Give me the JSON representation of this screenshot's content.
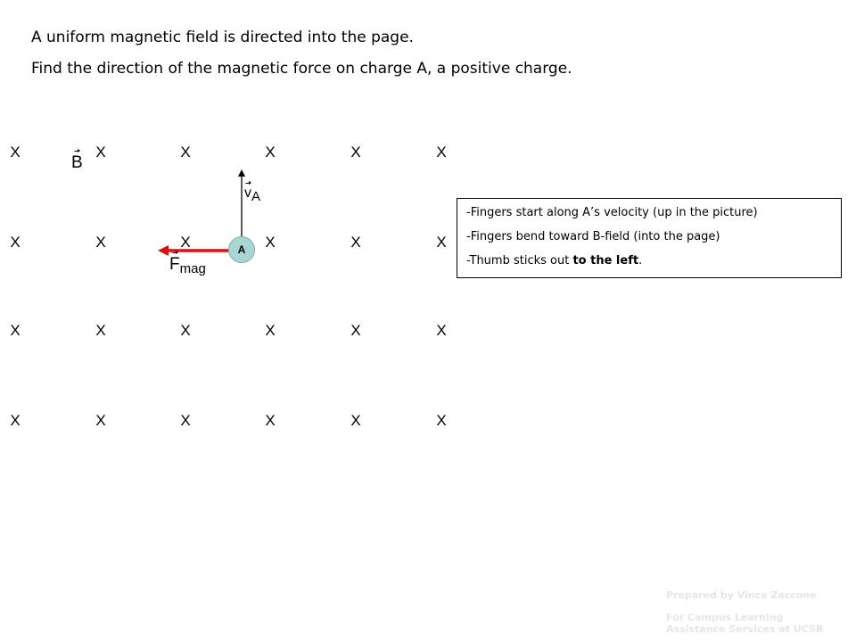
{
  "prompt": {
    "line1": "A uniform magnetic field is directed into the page.",
    "line2": "Find the direction of the magnetic force on charge A, a positive charge."
  },
  "field": {
    "symbol": "X",
    "columns": 6,
    "rows": 4,
    "label": "B"
  },
  "charge": {
    "label": "A",
    "color": "#a8d6d3"
  },
  "velocity": {
    "label": "v",
    "subscript": "A",
    "direction": "up"
  },
  "force": {
    "label": "F",
    "subscript": "mag",
    "direction": "left",
    "color": "#dd1111"
  },
  "explanation": {
    "step1": "-Fingers start along A’s velocity (up in the picture)",
    "step2": "-Fingers bend toward B-field (into the page)",
    "step3_prefix": "-Thumb sticks out ",
    "step3_bold": "to the left",
    "step3_suffix": "."
  },
  "credits": {
    "line1": "Prepared by Vince Zaccone",
    "line2": "For Campus Learning Assistance Services at UCSB"
  }
}
